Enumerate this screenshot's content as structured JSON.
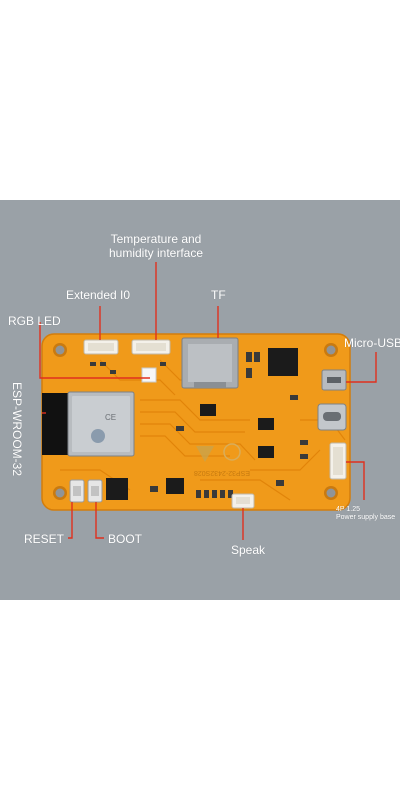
{
  "labels": {
    "temp_line1": "Temperature and",
    "temp_line2": "humidity interface",
    "extended_io": "Extended I0",
    "tf": "TF",
    "rgb_led": "RGB LED",
    "micro_usb": "Micro-USB",
    "esp": "ESP-WROOM-32",
    "power_line1": "4P 1.25",
    "power_line2": "Power supply base",
    "reset": "RESET",
    "boot": "BOOT",
    "speak": "Speak"
  },
  "board": {
    "silkscreen": "ESP32-2432S028",
    "module_mark": "CE"
  },
  "colors": {
    "background": "#9aa1a7",
    "pcb": "#f09a1a",
    "label": "#ffffff",
    "callout_line": "#e0301e"
  }
}
